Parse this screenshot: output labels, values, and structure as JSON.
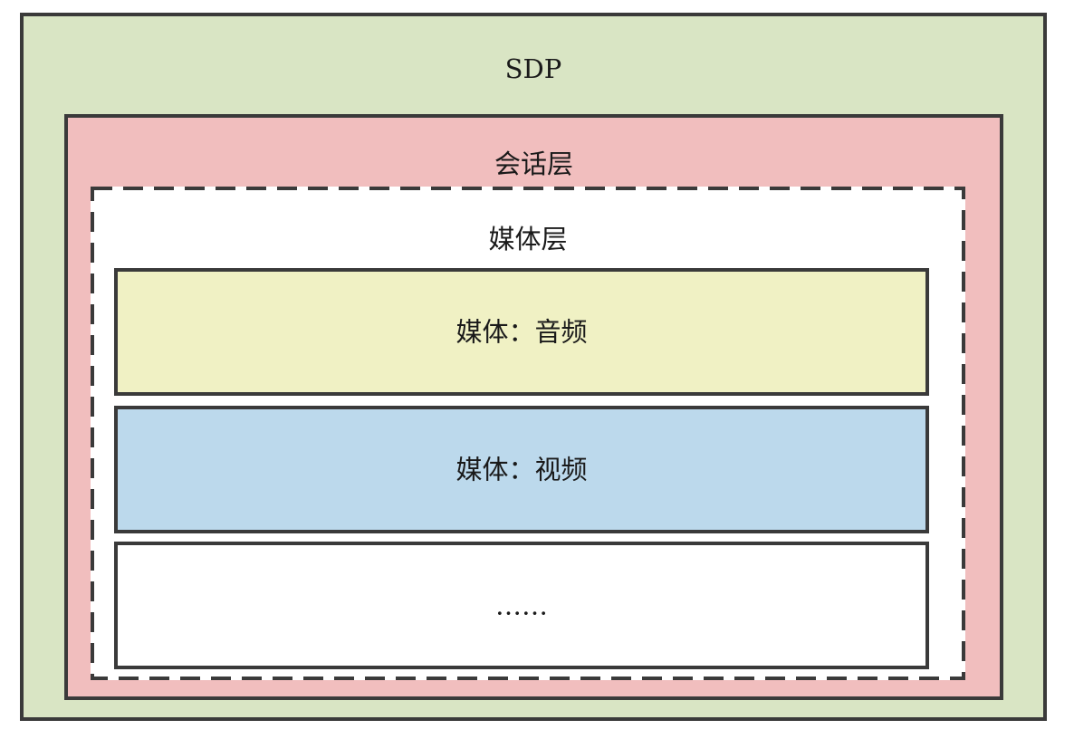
{
  "diagram": {
    "sdp": {
      "label": "SDP",
      "color": "#d9e5c4"
    },
    "session_layer": {
      "label": "会话层",
      "color": "#f1bebe"
    },
    "media_layer": {
      "label": "媒体层",
      "border_style": "dashed",
      "items": [
        {
          "label": "媒体：音频",
          "color": "#f0f1c4"
        },
        {
          "label": "媒体：视频",
          "color": "#bcd9ec"
        },
        {
          "label": "……",
          "color": "#ffffff"
        }
      ]
    }
  }
}
